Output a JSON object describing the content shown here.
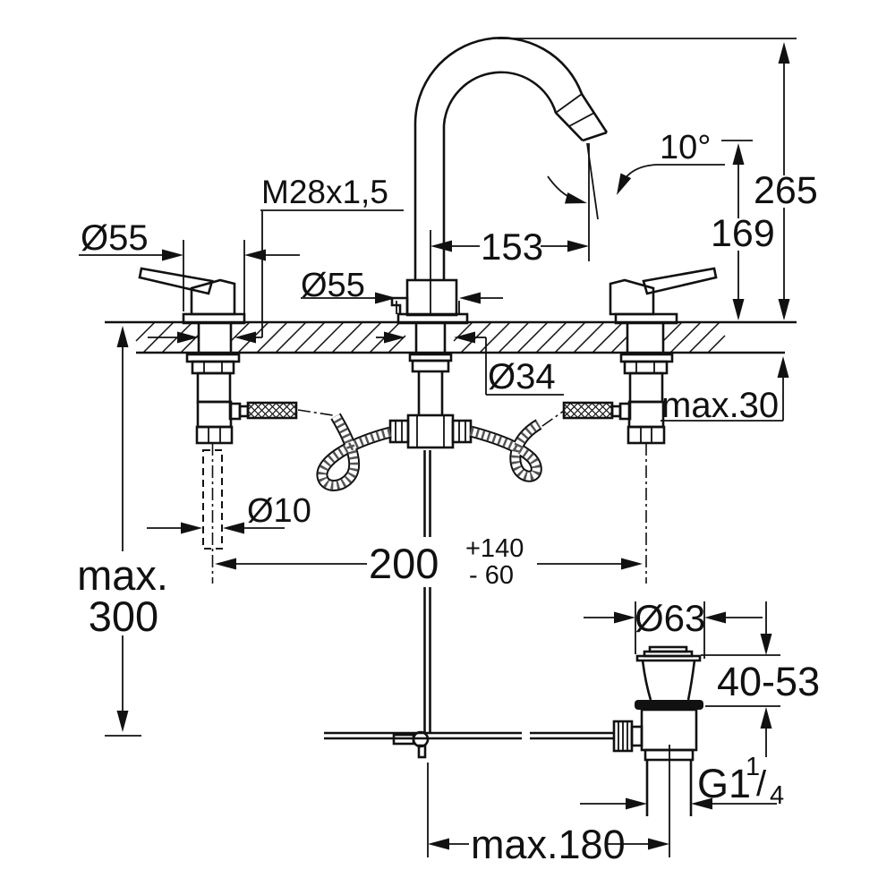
{
  "drawing": {
    "labels": {
      "thread": "M28x1,5",
      "handle_diameter": "Ø55",
      "spout_base_diameter": "Ø55",
      "spout_reach": "153",
      "spout_angle": "10°",
      "overall_height": "265",
      "spout_height": "169",
      "hole_diameter": "Ø34",
      "deck_thickness_max": "max.30",
      "rod_diameter": "Ø10",
      "max_depth_line1": "max.",
      "max_depth_line2": "300",
      "hole_centers": "200",
      "centers_tolerance_plus": "+140",
      "centers_tolerance_minus": "- 60",
      "waste_flange_diameter": "Ø63",
      "basin_thickness_range": "40-53",
      "waste_thread_main": "G1",
      "waste_thread_numerator": "1",
      "waste_thread_slash": "/",
      "waste_thread_denominator": "4",
      "drain_offset_max": "max.180"
    }
  }
}
